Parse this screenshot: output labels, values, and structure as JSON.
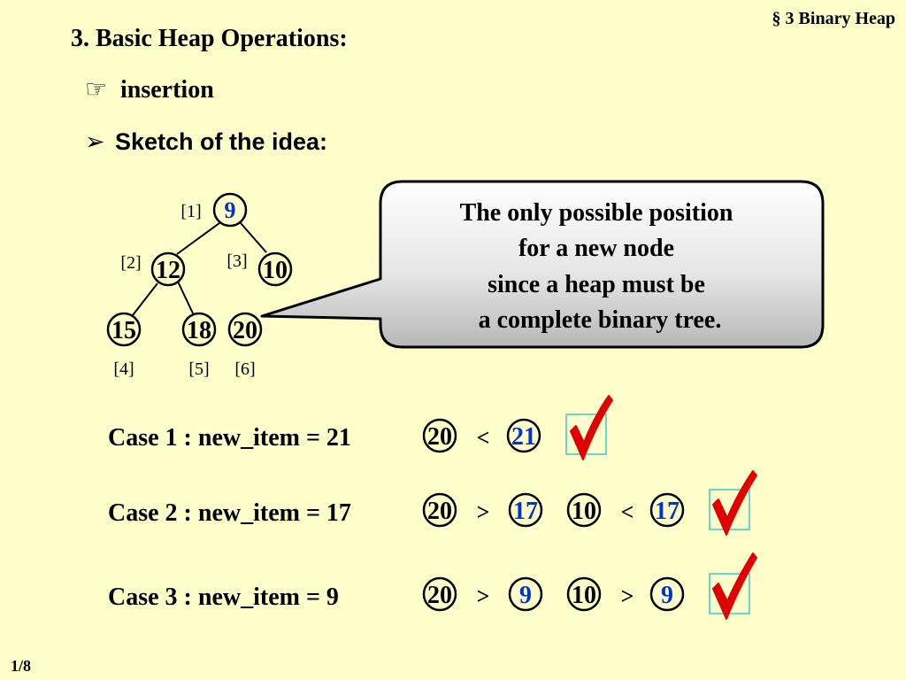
{
  "header": {
    "section": "§ 3  Binary Heap"
  },
  "title": "3. Basic Heap Operations:",
  "bullet": {
    "icon": "pointing-hand-icon",
    "text": "insertion"
  },
  "subbullet": {
    "icon": "arrow-bullet-icon",
    "text": "Sketch of the idea:"
  },
  "tree": {
    "nodes": [
      {
        "index": "[1]",
        "value": "9"
      },
      {
        "index": "[2]",
        "value": "12"
      },
      {
        "index": "[3]",
        "value": "10"
      },
      {
        "index": "[4]",
        "value": "15"
      },
      {
        "index": "[5]",
        "value": "18"
      },
      {
        "index": "[6]",
        "value": "20"
      }
    ]
  },
  "callout": {
    "lines": [
      "The only possible position",
      "for a new node",
      "since a heap must be",
      "a complete binary tree."
    ]
  },
  "cases": [
    {
      "label": "Case 1 :  new_item = 21",
      "comparisons": [
        {
          "left": "20",
          "op": "<",
          "right": "21"
        }
      ]
    },
    {
      "label": "Case 2 :  new_item = 17",
      "comparisons": [
        {
          "left": "20",
          "op": ">",
          "right": "17"
        },
        {
          "left": "10",
          "op": "<",
          "right": "17"
        }
      ]
    },
    {
      "label": "Case 3 :  new_item = 9",
      "comparisons": [
        {
          "left": "20",
          "op": ">",
          "right": "9"
        },
        {
          "left": "10",
          "op": ">",
          "right": "9"
        }
      ]
    }
  ],
  "colors": {
    "background": "#ffffcc",
    "new_item": "#0033cc",
    "checkmark": "#e00000",
    "checkbox": "#33cccc",
    "callout_fill": "#d8d8d8"
  },
  "page_number": "1/8"
}
